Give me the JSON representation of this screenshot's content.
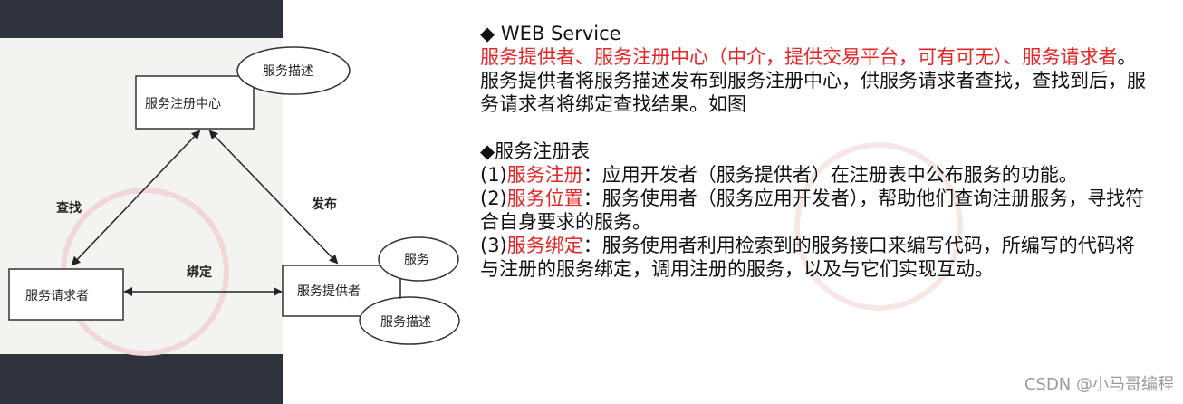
{
  "diagram": {
    "registry": "服务注册中心",
    "registry_desc": "服务描述",
    "requester": "服务请求者",
    "provider": "服务提供者",
    "provider_service": "服务",
    "provider_desc": "服务描述",
    "find_label": "查找",
    "publish_label": "发布",
    "bind_label": "绑定"
  },
  "content": {
    "heading": "◆ WEB Service",
    "roles_red": "服务提供者、服务注册中心（中介，提供交易平台，可有可无）、服务请求者",
    "roles_rest": "。服务提供者将服务描述发布到服务注册中心，供服务请求者查找，查找到后，服务请求者将绑定查找结果。如图",
    "registry_heading": "◆服务注册表",
    "items": [
      {
        "prefix": "(1)",
        "title": "服务注册",
        "text": "：应用开发者（服务提供者）在注册表中公布服务的功能。"
      },
      {
        "prefix": "(2)",
        "title": "服务位置",
        "text": "：服务使用者（服务应用开发者），帮助他们查询注册服务，寻找符合自身要求的服务。"
      },
      {
        "prefix": "(3)",
        "title": "服务绑定",
        "text": "：服务使用者利用检索到的服务接口来编写代码，所编写的代码将与注册的服务绑定，调用注册的服务，以及与它们实现互动。"
      }
    ]
  },
  "watermark": "CSDN @小马哥编程",
  "colors": {
    "accent_red": "#e32727",
    "dark_band": "#2f333e",
    "text": "#111111"
  }
}
